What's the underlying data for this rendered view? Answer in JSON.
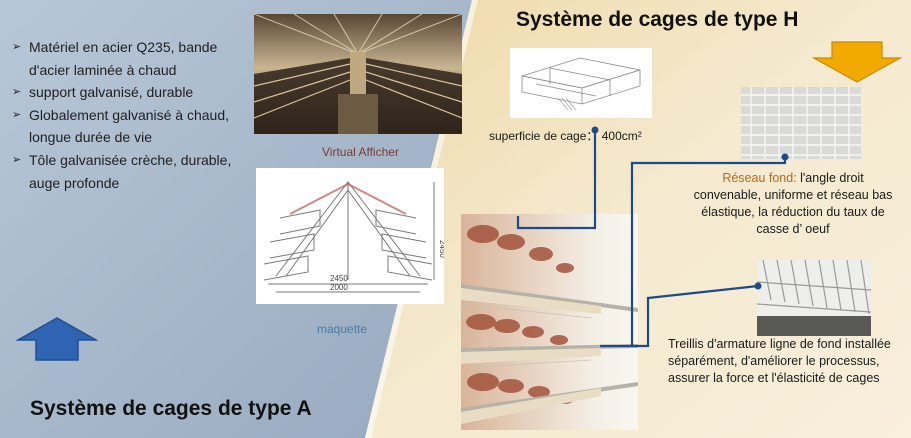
{
  "left_panel": {
    "bullets": [
      "Matériel en acier Q235, bande d'acier laminée à chaud",
      "support galvanisé, durable",
      "Globalement galvanisé à chaud, longue durée de vie",
      "Tôle galvanisée crèche, durable, auge profonde"
    ],
    "bullet_marker": "➢",
    "title": "Système de cages de type A",
    "arrow_icon": "up-arrow-icon"
  },
  "middle": {
    "photo_caption": "Virtual Afficher",
    "drawing_caption": "maquette",
    "drawing_dims": [
      "2450",
      "2000",
      "2450"
    ]
  },
  "right_panel": {
    "title": "Système de cages de type H",
    "arrow_icon": "down-arrow-icon",
    "cage_area_label": "superficie de cage：  400cm²",
    "mesh_label_highlight": "Réseau fond:",
    "mesh_label_rest": " l'angle droit convenable, uniforme et réseau bas élastique, la réduction du taux de casse d’ oeuf",
    "frame_label": "Treillis d'armature ligne de fond installée séparément, d'améliorer le processus, assurer la force et l'élasticité de cages"
  },
  "colors": {
    "left_bg": "#a5b6c9",
    "right_bg": "#f2e3be",
    "blue_arrow": "#2f64b3",
    "gold_arrow": "#f2a900",
    "connector": "#1f4a88",
    "highlight_text": "#b5681c"
  }
}
